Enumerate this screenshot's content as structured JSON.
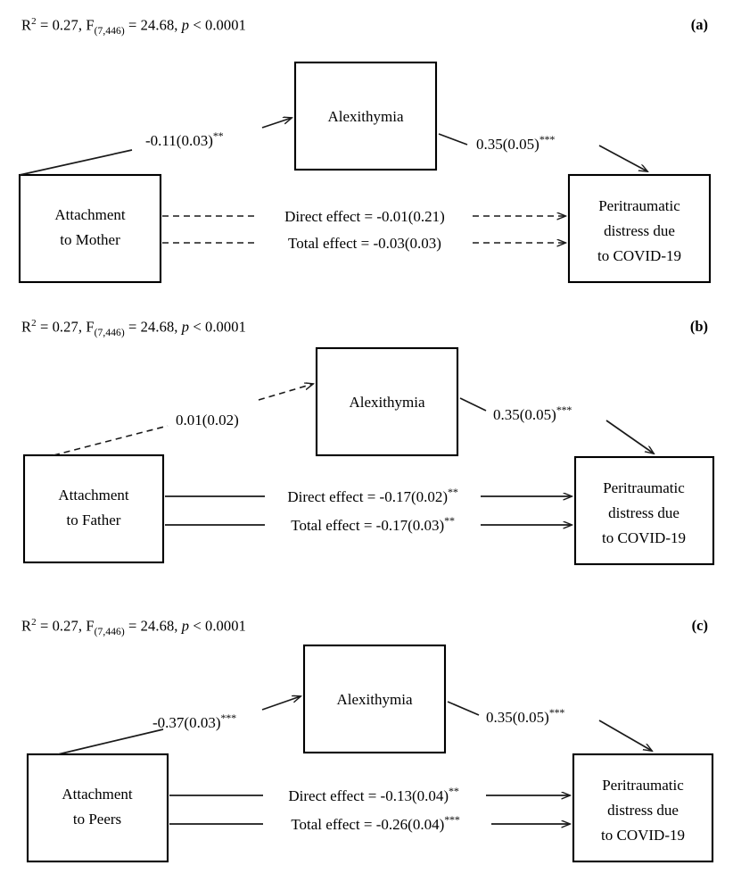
{
  "figure": {
    "type": "mediation-path-diagram",
    "node_names": {
      "mediator": "Alexithymia",
      "outcome_line1": "Peritraumatic",
      "outcome_line2": "distress due",
      "outcome_line3": "to COVID-19"
    },
    "stats": {
      "r2_symbol": "R",
      "r2_exp": "2",
      "r2_eq": " = 0.27, ",
      "f_symbol": "F",
      "f_sub": "(7,446)",
      "f_eq": " = 24.68, ",
      "p_symbol": "p",
      "p_value": " < 0.0001",
      "full_text": "R2 = 0.27, F(7,446) = 24.68, p < 0.0001"
    },
    "panels": [
      {
        "id": "a",
        "label": "(a)",
        "predictor_line1": "Attachment",
        "predictor_line2": "to Mother",
        "mediator": "Alexithymia",
        "outcome": "Peritraumatic distress due to COVID-19",
        "path_a": {
          "value": "-0.11(0.03)",
          "stars": "**",
          "style": "solid"
        },
        "path_b": {
          "value": "0.35(0.05)",
          "stars": "***",
          "style": "solid"
        },
        "direct_effect": {
          "label": "Direct effect = ",
          "value": "-0.01(0.21)",
          "stars": "",
          "style": "dashed"
        },
        "total_effect": {
          "label": "Total effect = ",
          "value": "-0.03(0.03)",
          "stars": "",
          "style": "dashed"
        }
      },
      {
        "id": "b",
        "label": "(b)",
        "predictor_line1": "Attachment",
        "predictor_line2": "to Father",
        "mediator": "Alexithymia",
        "outcome": "Peritraumatic distress due to COVID-19",
        "path_a": {
          "value": "0.01(0.02)",
          "stars": "",
          "style": "dashed"
        },
        "path_b": {
          "value": "0.35(0.05)",
          "stars": "***",
          "style": "solid"
        },
        "direct_effect": {
          "label": "Direct effect = ",
          "value": "-0.17(0.02)",
          "stars": "**",
          "style": "solid"
        },
        "total_effect": {
          "label": "Total effect = ",
          "value": "-0.17(0.03)",
          "stars": "**",
          "style": "solid"
        }
      },
      {
        "id": "c",
        "label": "(c)",
        "predictor_line1": "Attachment",
        "predictor_line2": "to Peers",
        "mediator": "Alexithymia",
        "outcome": "Peritraumatic distress due to COVID-19",
        "path_a": {
          "value": "-0.37(0.03)",
          "stars": "***",
          "style": "solid"
        },
        "path_b": {
          "value": "0.35(0.05)",
          "stars": "***",
          "style": "solid"
        },
        "direct_effect": {
          "label": "Direct effect = ",
          "value": "-0.13(0.04)",
          "stars": "**",
          "style": "solid"
        },
        "total_effect": {
          "label": "Total effect = ",
          "value": "-0.26(0.04)",
          "stars": "***",
          "style": "solid"
        }
      }
    ],
    "colors": {
      "stroke": "#1a1a1a",
      "box_border": "#000000",
      "text": "#000000",
      "background": "#ffffff"
    }
  }
}
